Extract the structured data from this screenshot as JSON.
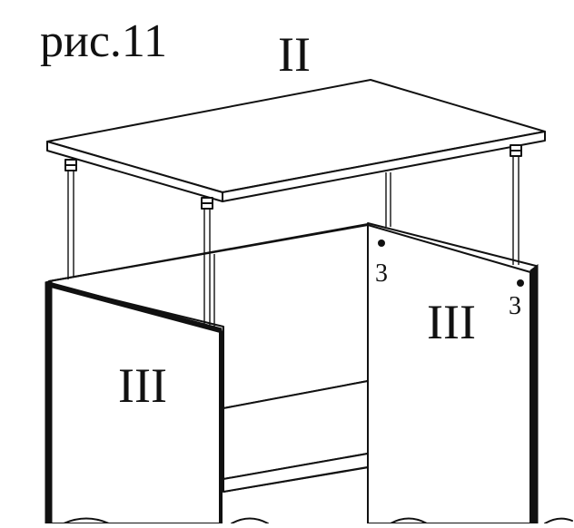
{
  "figure": {
    "caption": "рис.11",
    "top_panel_label": "II",
    "left_side_label": "III",
    "right_side_label": "III",
    "hole_label_1": "3",
    "hole_label_2": "3"
  }
}
